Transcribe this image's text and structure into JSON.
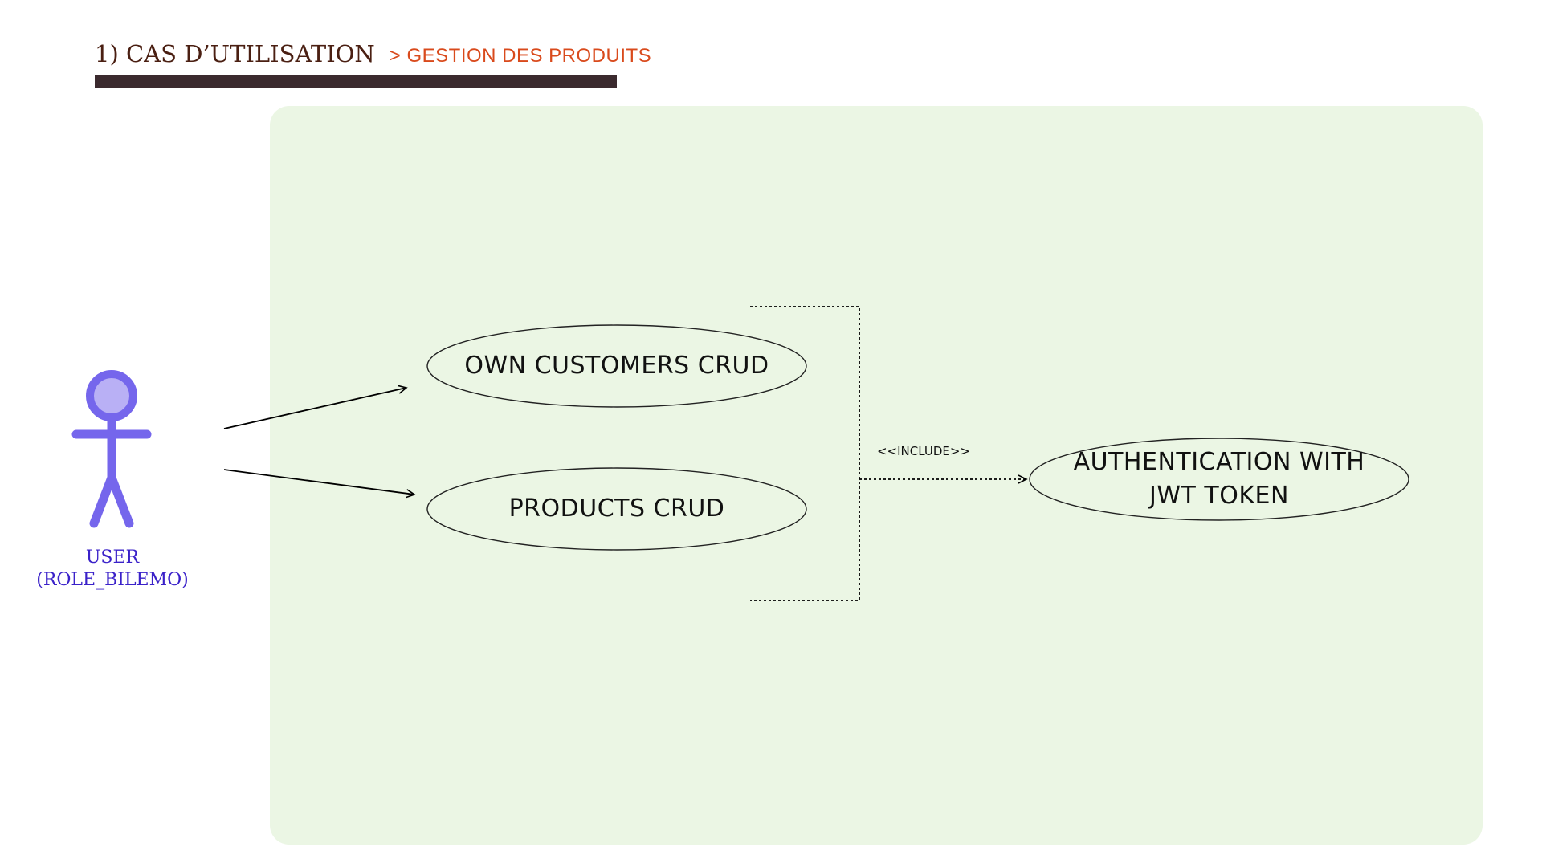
{
  "header": {
    "title": "1) CAS D’UTILISATION",
    "subtitle": "> GESTION DES PRODUITS"
  },
  "colors": {
    "title": "#4a1f12",
    "subtitle": "#d94a1c",
    "bar": "#3b2a2e",
    "panel": "#ebf6e4",
    "actor": "#7566ec",
    "actor_head_fill": "#b9b0f5",
    "actor_label": "#3a21c9"
  },
  "actor": {
    "icon": "stick-figure-icon",
    "line1": "USER",
    "line2": "(ROLE_BILEMO)"
  },
  "use_cases": {
    "customers": "OWN CUSTOMERS CRUD",
    "products": "PRODUCTS CRUD",
    "auth_line1": "AUTHENTICATION WITH",
    "auth_line2": "JWT TOKEN"
  },
  "relation": {
    "include": "<<INCLUDE>>"
  }
}
